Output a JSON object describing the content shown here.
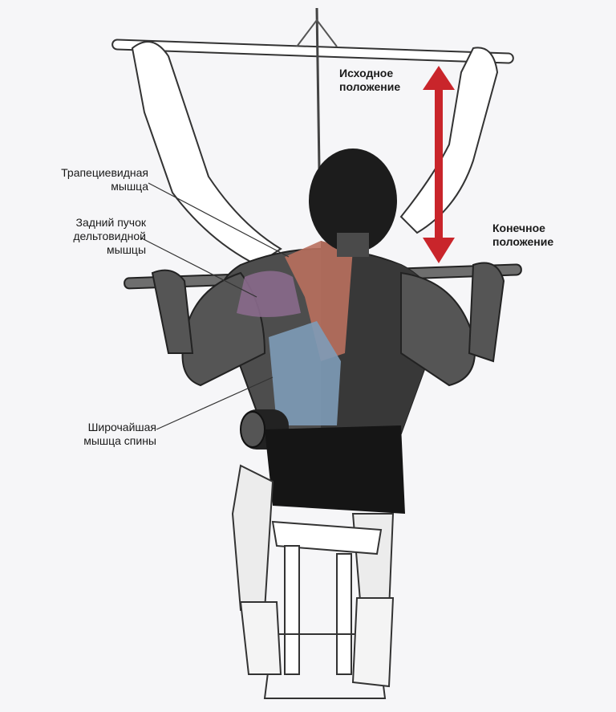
{
  "labels": {
    "start_position": [
      "Исходное",
      "положение"
    ],
    "end_position": [
      "Конечное",
      "положение"
    ],
    "trapezius": [
      "Трапециевидная",
      "мышца"
    ],
    "rear_deltoid": [
      "Задний пучок",
      "дельтовидной",
      "мышцы"
    ],
    "latissimus": [
      "Широчайшая",
      "мышца спины"
    ]
  },
  "colors": {
    "arrow": "#c9252b",
    "trapezius": "#b9705e",
    "deltoid": "#8a6a8c",
    "latissimus": "#7e9cb8"
  }
}
